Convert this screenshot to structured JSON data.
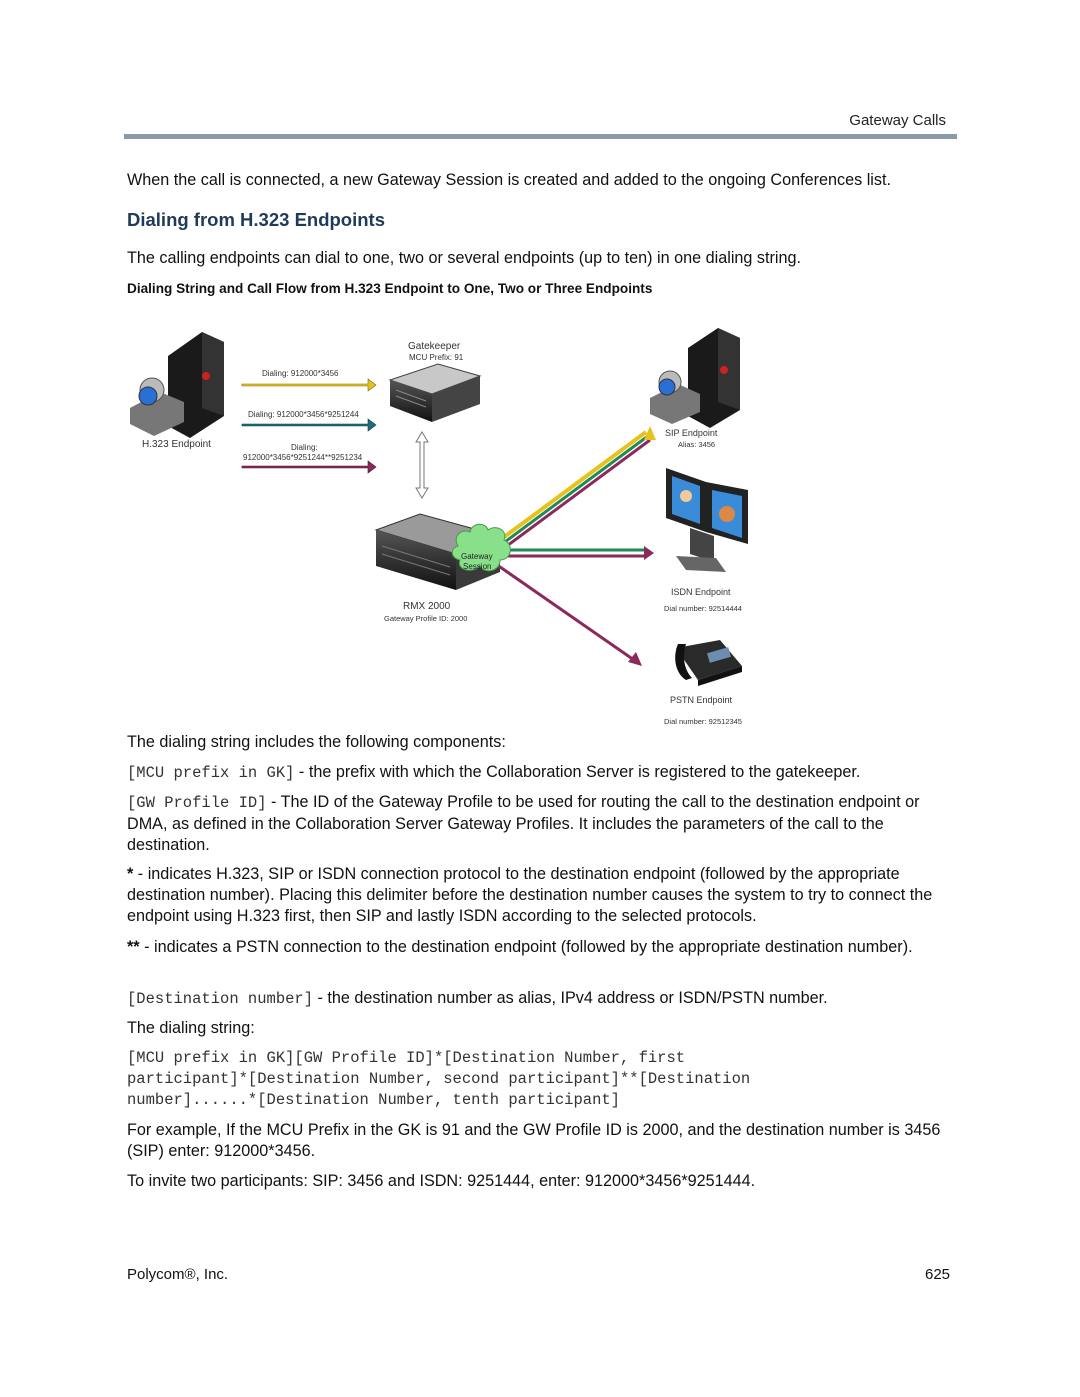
{
  "header": {
    "section_title": "Gateway Calls"
  },
  "intro": "When the call is connected, a new Gateway Session is created and added to the ongoing Conferences list.",
  "heading": "Dialing from H.323 Endpoints",
  "para1": "The calling endpoints can dial to one, two or several endpoints (up to ten) in one dialing string.",
  "figure_caption": "Dialing String and Call Flow from H.323 Endpoint to One, Two or Three Endpoints",
  "diagram": {
    "gatekeeper": "Gatekeeper",
    "mcu_prefix": "MCU Prefix: 91",
    "dial1": "Dialing: 912000*3456",
    "dial2": "Dialing: 912000*3456*9251244",
    "dial3_a": "Dialing:",
    "dial3_b": "912000*3456*9251244**9251234",
    "h323": "H.323 Endpoint",
    "sip": "SIP Endpoint",
    "sip_alias": "Alias: 3456",
    "gw_a": "Gateway",
    "gw_b": "Session",
    "rmx": "RMX 2000",
    "rmx_profile": "Gateway Profile ID: 2000",
    "isdn": "ISDN Endpoint",
    "isdn_num": "Dial number: 92514444",
    "pstn": "PSTN Endpoint",
    "pstn_num": "Dial number: 92512345",
    "colors": {
      "yellow": "#e8c21c",
      "green": "#1f8a53",
      "teal": "#1e6f7a",
      "purple": "#8a2a5c"
    }
  },
  "components_intro": "The dialing string includes the following components:",
  "items": [
    {
      "code": "[MCU prefix in GK]",
      "text": " - the prefix with which the Collaboration Server is registered to the gatekeeper."
    },
    {
      "code": "[GW Profile ID]",
      "text": " - The ID of the Gateway Profile to be used for routing the call to the destination endpoint or DMA, as defined in the Collaboration Server Gateway Profiles. It includes the parameters of the call to the destination."
    },
    {
      "mark": "*",
      "text": " - indicates H.323, SIP or ISDN connection protocol to the destination endpoint (followed by the appropriate destination number). Placing this delimiter before the destination number causes the system to try to connect the endpoint using H.323 first, then SIP and lastly ISDN according to the selected protocols."
    },
    {
      "mark": "**",
      "text": " - indicates a PSTN connection to the destination endpoint (followed by the appropriate destination number)."
    },
    {
      "code": "[Destination number]",
      "text": " - the destination number as alias, IPv4 address or ISDN/PSTN number."
    }
  ],
  "dialing_string_label": "The dialing string:",
  "dialing_string_lines": [
    "[MCU prefix in GK][GW Profile ID]*[Destination Number, first",
    "participant]*[Destination Number, second participant]**[Destination",
    "number]......*[Destination Number, tenth participant]"
  ],
  "example1": "For example, If the MCU Prefix in the GK is 91 and the GW Profile ID is 2000, and the destination number is 3456 (SIP) enter: 912000*3456.",
  "example2": "To invite two participants: SIP: 3456 and ISDN: 9251444, enter: 912000*3456*9251444.",
  "footer": {
    "company": "Polycom®, Inc.",
    "page": "625"
  }
}
